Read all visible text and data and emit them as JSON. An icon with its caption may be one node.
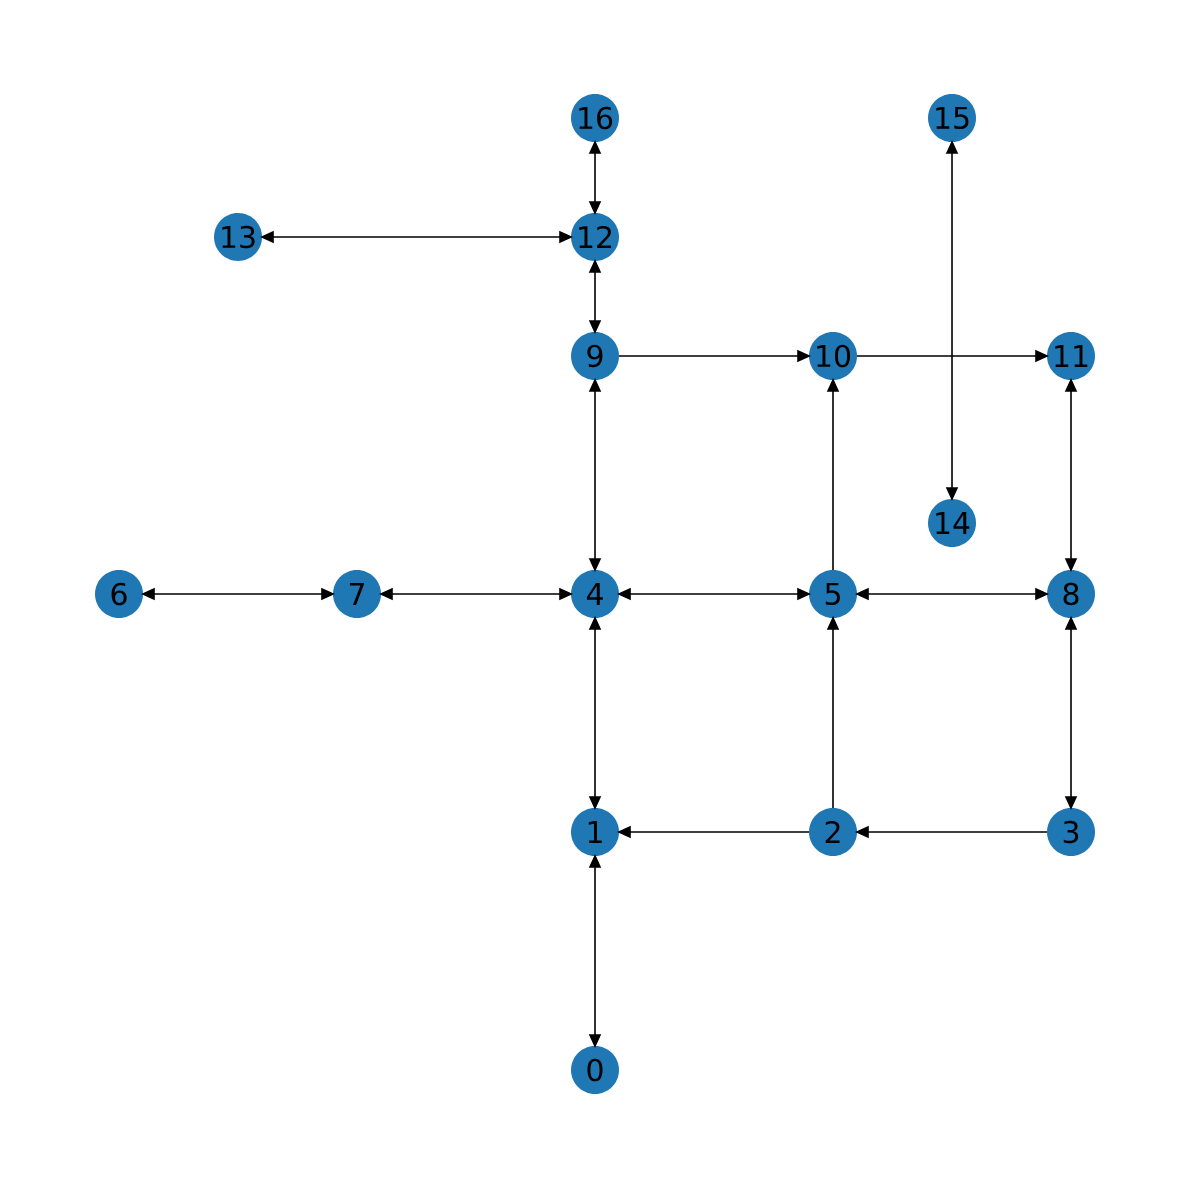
{
  "diagram": {
    "nodes": [
      {
        "text": [
          "0"
        ]
      },
      {
        "text": [
          "1"
        ]
      },
      {
        "text": [
          "2"
        ]
      },
      {
        "text": [
          "3"
        ]
      },
      {
        "text": [
          "4"
        ]
      },
      {
        "text": [
          "5"
        ]
      },
      {
        "text": [
          "6"
        ]
      },
      {
        "text": [
          "7"
        ]
      },
      {
        "text": [
          "8"
        ]
      },
      {
        "text": [
          "9"
        ]
      },
      {
        "text": [
          "10"
        ]
      },
      {
        "text": [
          "11"
        ]
      },
      {
        "text": [
          "12"
        ]
      },
      {
        "text": [
          "13"
        ]
      },
      {
        "text": [
          "14"
        ]
      },
      {
        "text": [
          "15"
        ]
      },
      {
        "text": [
          "16"
        ]
      }
    ],
    "edges": [
      {
        "from": 0,
        "to": 1,
        "arrow": "both"
      },
      {
        "from": 1,
        "to": 4,
        "arrow": "both"
      },
      {
        "from": 2,
        "to": 1,
        "arrow": "to"
      },
      {
        "from": 3,
        "to": 2,
        "arrow": "to"
      },
      {
        "from": 2,
        "to": 5,
        "arrow": "to"
      },
      {
        "from": 4,
        "to": 5,
        "arrow": "both"
      },
      {
        "from": 6,
        "to": 7,
        "arrow": "both"
      },
      {
        "from": 7,
        "to": 4,
        "arrow": "both"
      },
      {
        "from": 4,
        "to": 9,
        "arrow": "both"
      },
      {
        "from": 5,
        "to": 10,
        "arrow": "to"
      },
      {
        "from": 5,
        "to": 8,
        "arrow": "both"
      },
      {
        "from": 8,
        "to": 3,
        "arrow": "both"
      },
      {
        "from": 8,
        "to": 11,
        "arrow": "both"
      },
      {
        "from": 9,
        "to": 10,
        "arrow": "to"
      },
      {
        "from": 10,
        "to": 11,
        "arrow": "to"
      },
      {
        "from": 9,
        "to": 12,
        "arrow": "both"
      },
      {
        "from": 12,
        "to": 16,
        "arrow": "both"
      },
      {
        "from": 13,
        "to": 12,
        "arrow": "both"
      },
      {
        "from": 15,
        "to": 14,
        "arrow": "both"
      }
    ]
  }
}
